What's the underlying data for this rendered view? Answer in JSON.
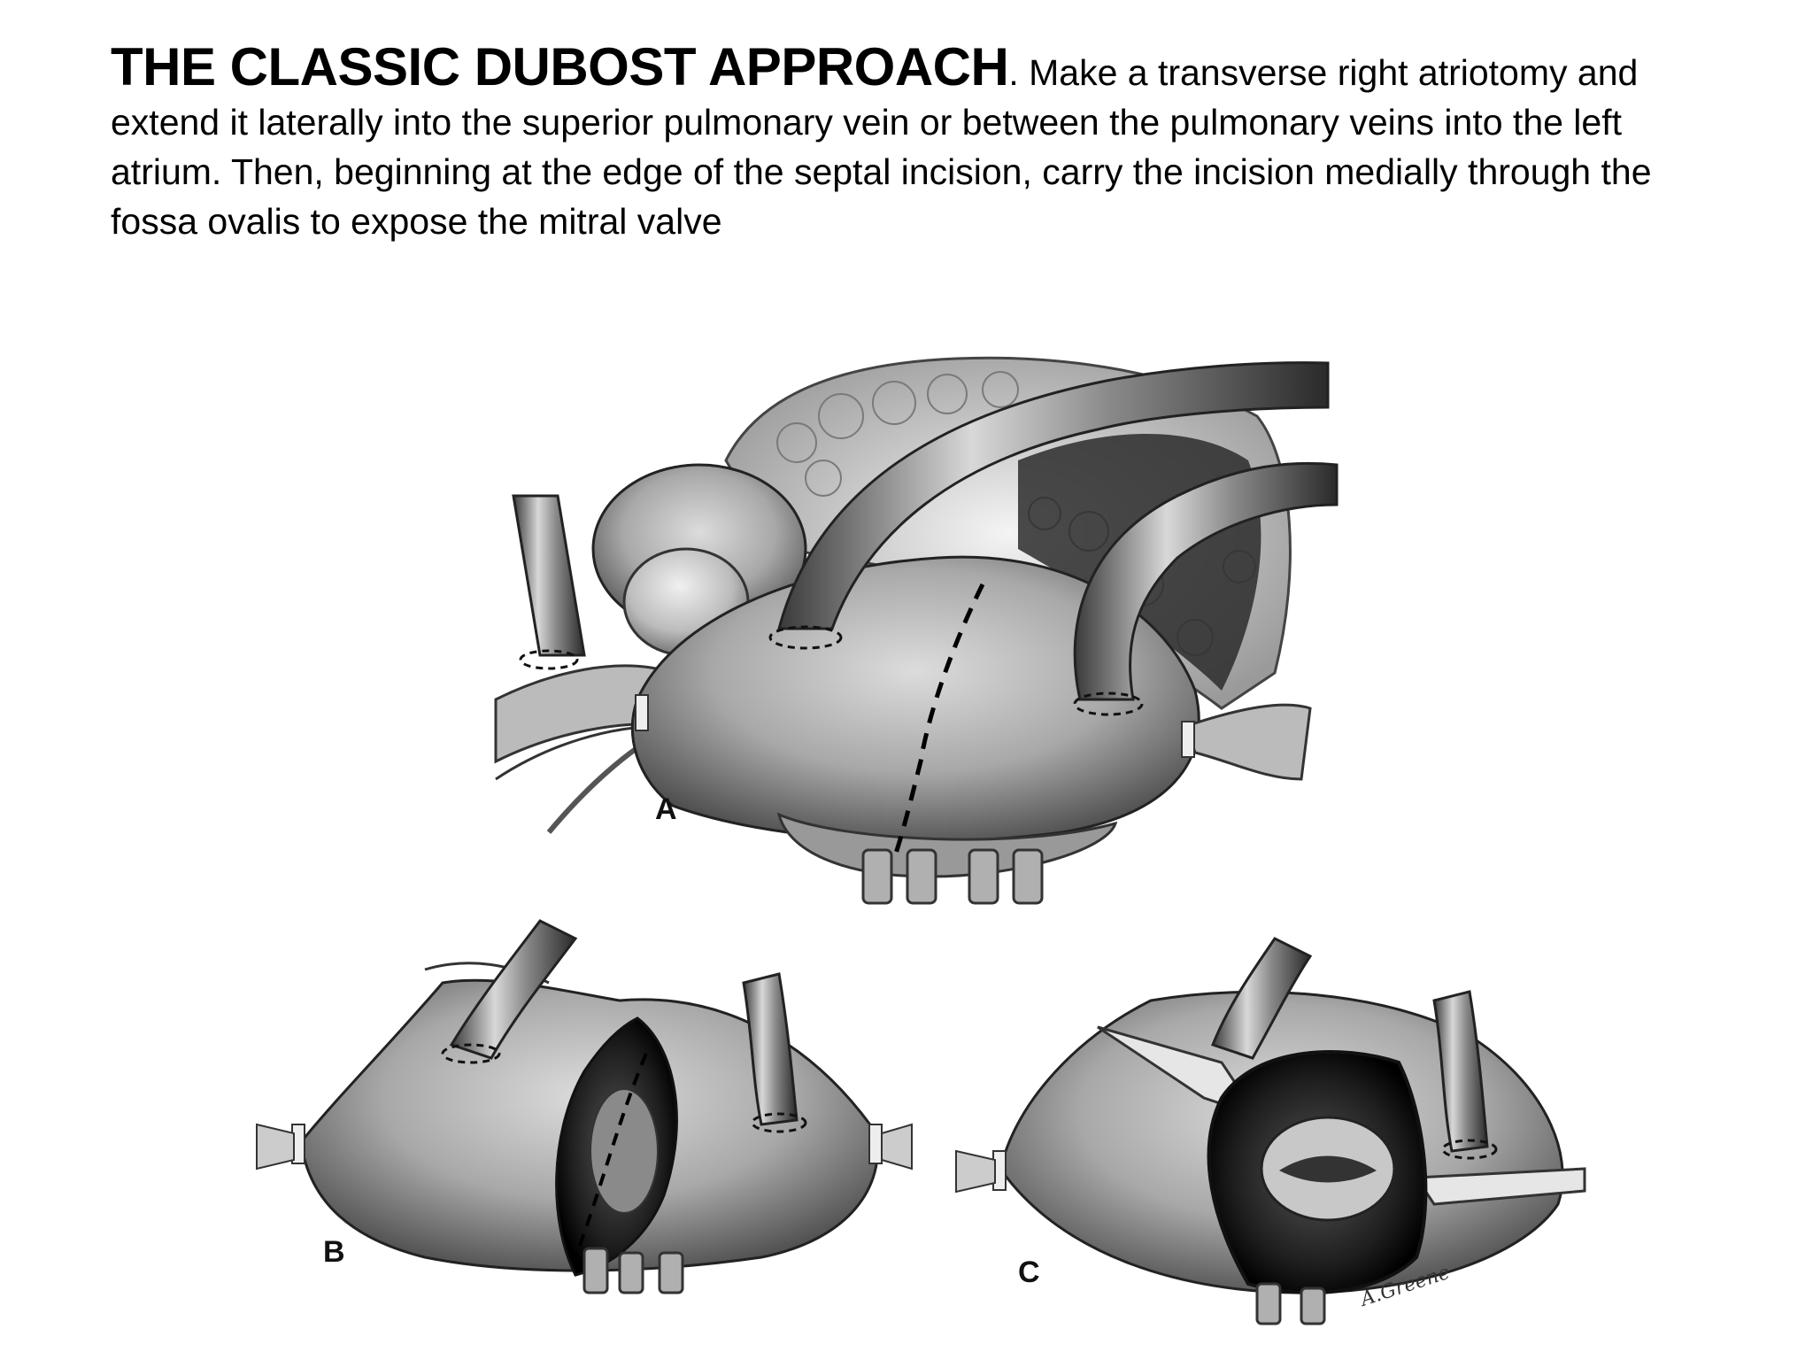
{
  "caption": {
    "heading": "THE CLASSIC DUBOST APPROACH",
    "body": ". Make a transverse right atriotomy and extend it laterally into the superior pulmonary vein or between the pulmonary veins into the left atrium. Then, beginning at the edge of the septal incision, carry the incision medially through the fossa ovalis to expose the mitral valve"
  },
  "figure": {
    "panels": [
      {
        "label": "A"
      },
      {
        "label": "B"
      },
      {
        "label": "C"
      }
    ],
    "signature": "A.Greene"
  }
}
